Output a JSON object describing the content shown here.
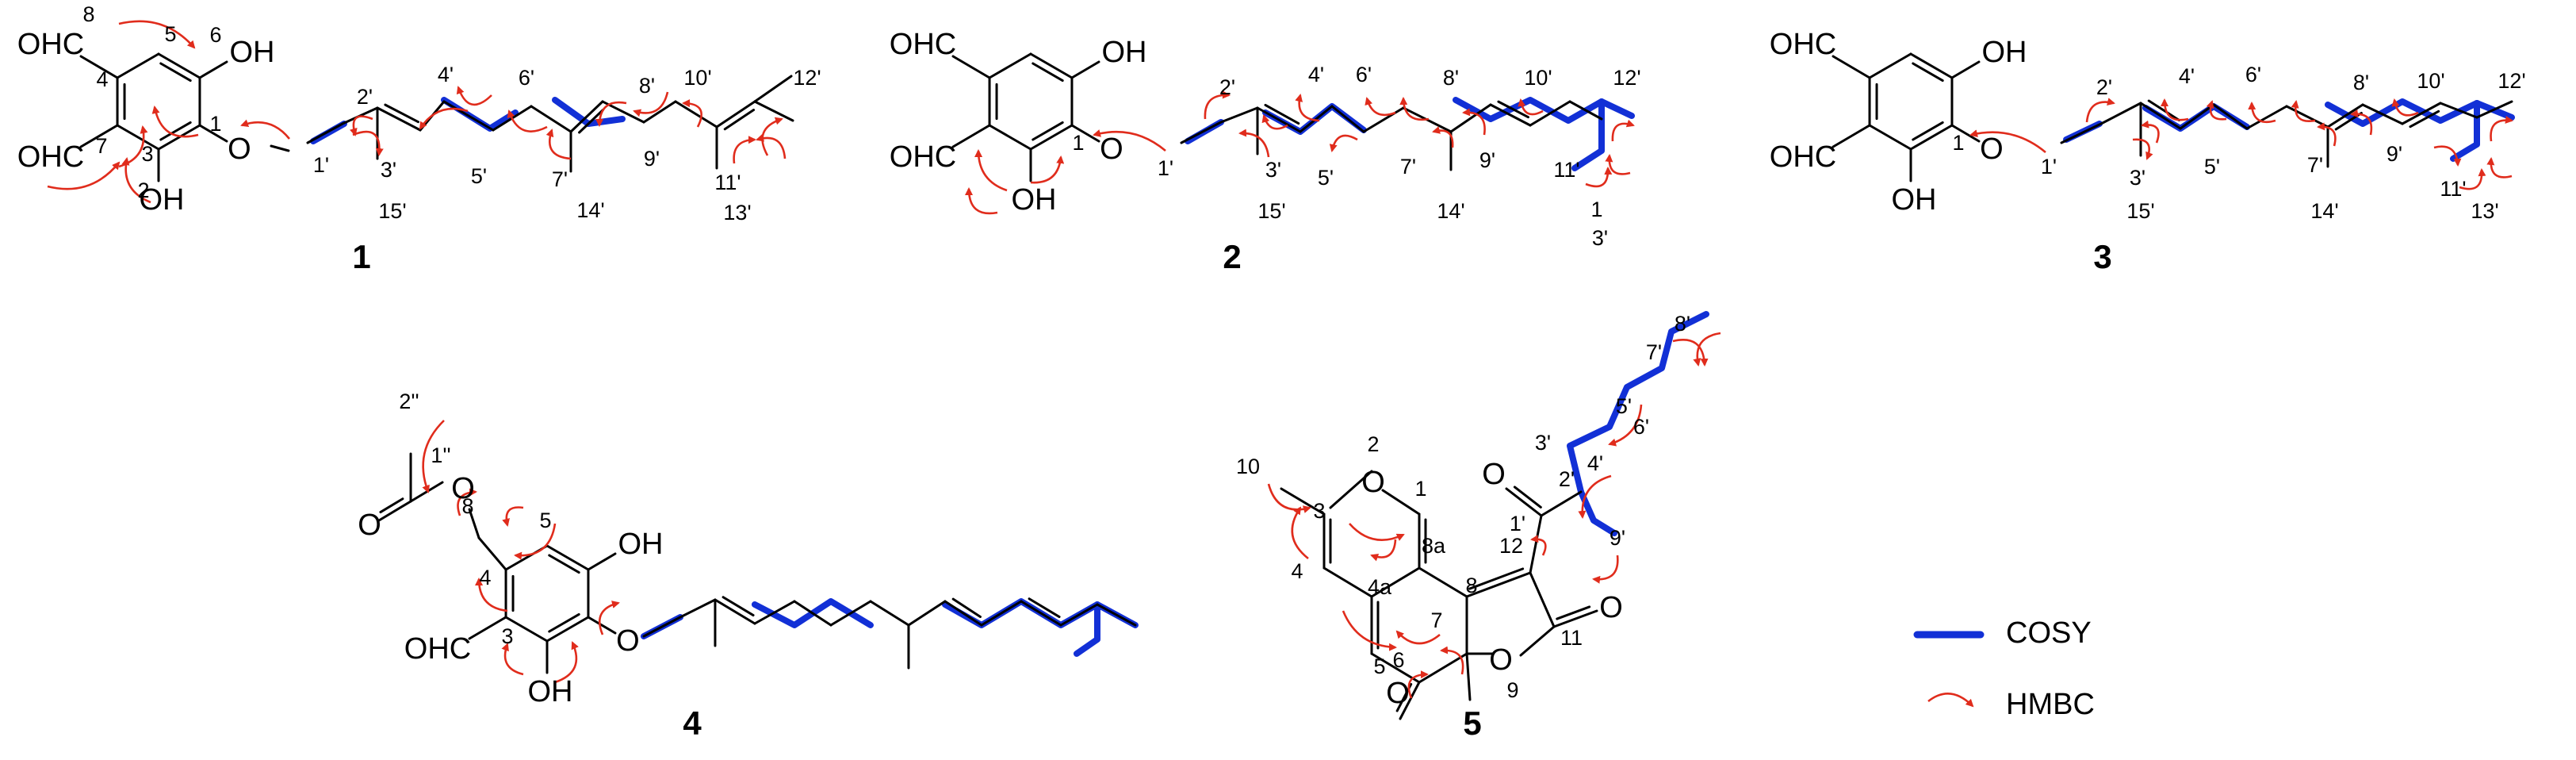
{
  "colors": {
    "bond": "#000000",
    "cosy": "#1230d6",
    "hmbc": "#e02c1c"
  },
  "legend": {
    "cosy": "COSY",
    "hmbc": "HMBC"
  },
  "compounds": [
    {
      "label": "1",
      "groups": [
        "OHC",
        "OHC",
        "OH",
        "OH",
        "O"
      ],
      "numbers": [
        "8",
        "5",
        "6",
        "4",
        "1",
        "7",
        "3",
        "2",
        "1'",
        "2'",
        "3'",
        "4'",
        "5'",
        "6'",
        "7'",
        "8'",
        "9'",
        "10'",
        "11'",
        "12'",
        "13'",
        "14'",
        "15'"
      ]
    },
    {
      "label": "2",
      "groups": [
        "OHC",
        "OHC",
        "OH",
        "OH",
        "O"
      ],
      "numbers": [
        "1",
        "1'",
        "2'",
        "3'",
        "4'",
        "5'",
        "6'",
        "7'",
        "8'",
        "9'",
        "10'",
        "11'",
        "12'",
        "14'",
        "15'",
        "1",
        "3'"
      ]
    },
    {
      "label": "3",
      "groups": [
        "OHC",
        "OHC",
        "OH",
        "OH",
        "O"
      ],
      "numbers": [
        "1",
        "1'",
        "2'",
        "3'",
        "4'",
        "5'",
        "6'",
        "7'",
        "8'",
        "9'",
        "10'",
        "11'",
        "12'",
        "13'",
        "14'",
        "15'"
      ]
    },
    {
      "label": "4",
      "groups": [
        "OHC",
        "OH",
        "OH",
        "O",
        "O",
        "O"
      ],
      "numbers": [
        "2''",
        "1''",
        "8",
        "5",
        "4",
        "3"
      ]
    },
    {
      "label": "5",
      "groups": [
        "O",
        "O",
        "O",
        "O"
      ],
      "numbers": [
        "10",
        "2",
        "1",
        "3",
        "8a",
        "12",
        "4",
        "4a",
        "8",
        "7",
        "5",
        "6",
        "11",
        "9",
        "1'",
        "2'",
        "3'",
        "4'",
        "5'",
        "6'",
        "7'",
        "8'",
        "9'"
      ]
    }
  ]
}
